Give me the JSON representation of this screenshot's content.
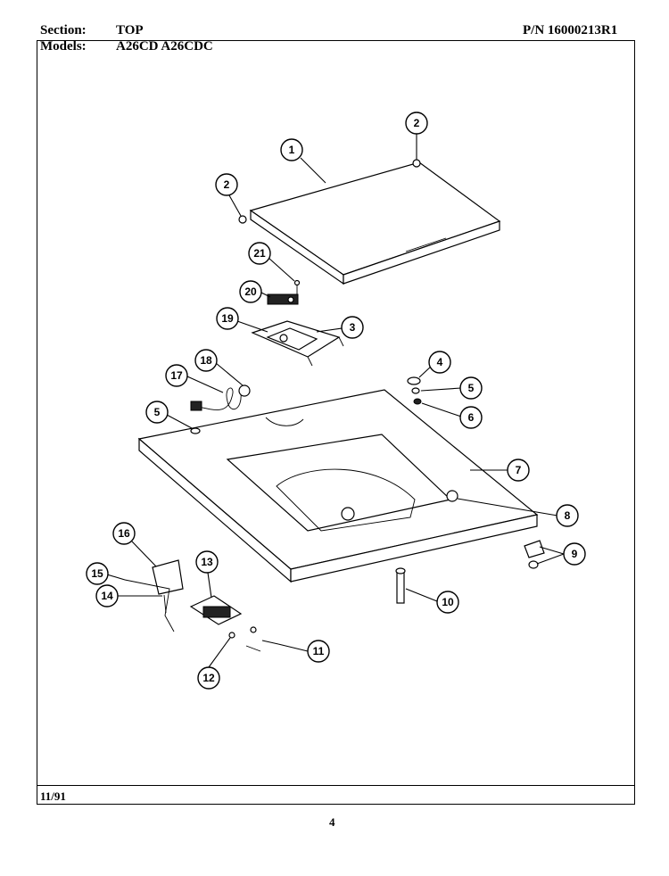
{
  "header": {
    "section_label": "Section:",
    "section_value": "TOP",
    "pn": "P/N 16000213R1",
    "models_label": "Models:",
    "models_value": "A26CD  A26CDC"
  },
  "footer": {
    "date": "11/91",
    "page": "4"
  },
  "callouts": [
    "1",
    "2",
    "2",
    "21",
    "20",
    "19",
    "3",
    "18",
    "17",
    "5",
    "4",
    "5",
    "6",
    "7",
    "8",
    "16",
    "13",
    "15",
    "14",
    "9",
    "10",
    "11",
    "12"
  ]
}
